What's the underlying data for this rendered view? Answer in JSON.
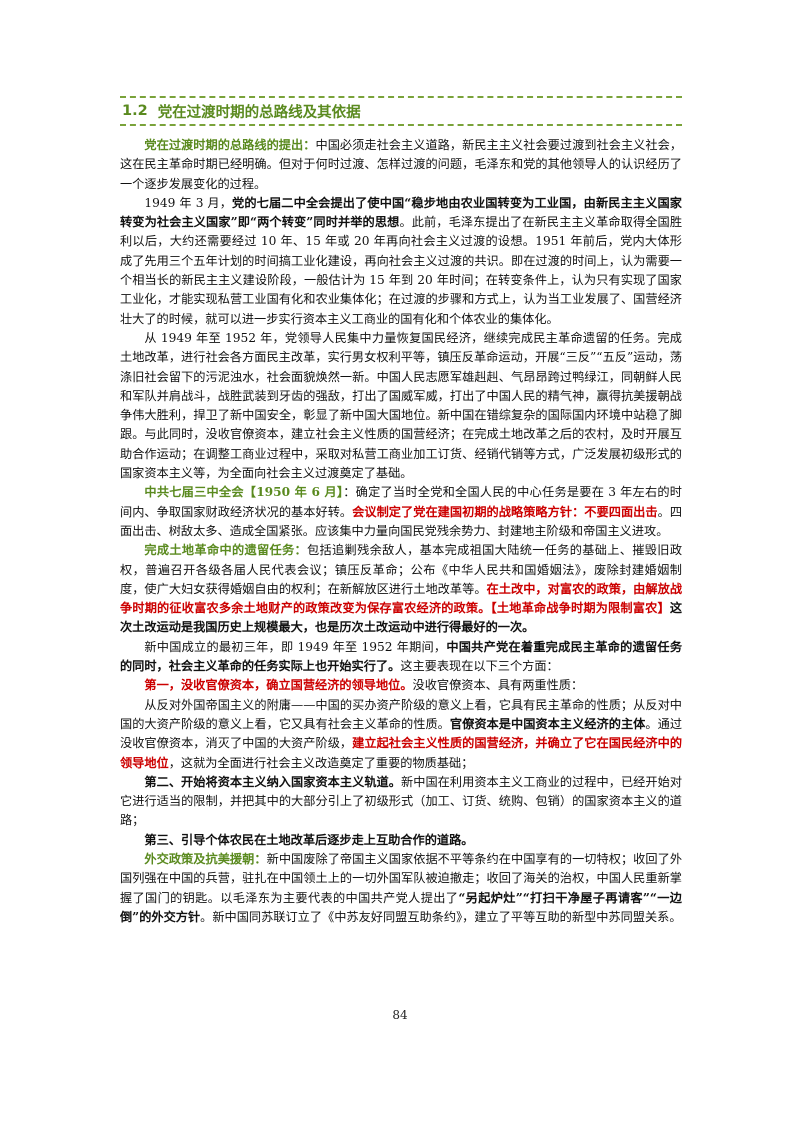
{
  "section": {
    "number": "1.2",
    "title": "党在过渡时期的总路线及其依据"
  },
  "paragraphs": [
    {
      "segments": [
        {
          "text": "党在过渡时期的总路线的提出：",
          "style": "g"
        },
        {
          "text": "中国必须走社会主义道路，新民主主义社会要过渡到社会主义社会，这在民主革命时期已经明确。但对于何时过渡、怎样过渡的问题，毛泽东和党的其他领导人的认识经历了一个逐步发展变化的过程。",
          "style": ""
        }
      ]
    },
    {
      "segments": [
        {
          "text": "1949 年 3 月，",
          "style": ""
        },
        {
          "text": "党的七届二中全会提出了使中国“稳步地由农业国转变为工业国，由新民主主义国家转变为社会主义国家”即“两个转变”同时并举的思想",
          "style": "b"
        },
        {
          "text": "。此前，毛泽东提出了在新民主主义革命取得全国胜利以后，大约还需要经过 10 年、15 年或 20 年再向社会主义过渡的设想。1951 年前后，党内大体形成了先用三个五年计划的时间搞工业化建设，再向社会主义过渡的共识。即在过渡的时间上，认为需要一个相当长的新民主主义建设阶段，一般估计为 15 年到 20 年时间；在转变条件上，认为只有实现了国家工业化，才能实现私营工业国有化和农业集体化；在过渡的步骤和方式上，认为当工业发展了、国营经济壮大了的时候，就可以进一步实行资本主义工商业的国有化和个体农业的集体化。",
          "style": ""
        }
      ]
    },
    {
      "segments": [
        {
          "text": "从 1949 年至 1952 年，党领导人民集中力量恢复国民经济，继续完成民主革命遗留的任务。完成土地改革，进行社会各方面民主改革，实行男女权利平等，镇压反革命运动，开展“三反”“五反”运动，荡涤旧社会留下的污泥浊水，社会面貌焕然一新。中国人民志愿军雄赳赳、气昂昂跨过鸭绿江，同朝鲜人民和军队并肩战斗，战胜武装到牙齿的强敌，打出了国威军威，打出了中国人民的精气神，赢得抗美援朝战争伟大胜利，捍卫了新中国安全，彰显了新中国大国地位。新中国在错综复杂的国际国内环境中站稳了脚跟。与此同时，没收官僚资本，建立社会主义性质的国营经济；在完成土地改革之后的农村，及时开展互助合作运动；在调整工商业过程中，采取对私营工商业加工订货、经销代销等方式，广泛发展初级形式的国家资本主义等，为全面向社会主义过渡奠定了基础。",
          "style": ""
        }
      ]
    },
    {
      "segments": [
        {
          "text": "中共七届三中全会【1950 年 6 月】",
          "style": "g"
        },
        {
          "text": "：确定了当时全党和全国人民的中心任务是要在 3 年左右的时间内、争取国家财政经济状况的基本好转。",
          "style": ""
        },
        {
          "text": "会议制定了党在建国初期的战略策略方针：不要四面出击",
          "style": "r"
        },
        {
          "text": "。四面出击、树敌太多、造成全国紧张。应该集中力量向国民党残余势力、封建地主阶级和帝国主义进攻。",
          "style": ""
        }
      ]
    },
    {
      "segments": [
        {
          "text": "完成土地革命中的遗留任务：",
          "style": "g"
        },
        {
          "text": "包括追剿残余敌人，基本完成祖国大陆统一任务的基础上、摧毁旧政权，普遍召开各级各届人民代表会议；镇压反革命；公布《中华人民共和国婚姻法》，废除封建婚姻制度，使广大妇女获得婚姻自由的权利；在新解放区进行土地改革等。",
          "style": ""
        },
        {
          "text": "在土改中，对富农的政策，由解放战争时期的征收富农多余土地财产的政策改变为保存富农经济的政策。【土地革命战争时期为限制富农】",
          "style": "r"
        },
        {
          "text": "这次土改运动是我国历史上规模最大，也是历次土改运动中进行得最好的一次。",
          "style": "b"
        }
      ]
    },
    {
      "segments": [
        {
          "text": "新中国成立的最初三年，即 1949 年至 1952 年期间，",
          "style": ""
        },
        {
          "text": "中国共产党在着重完成民主革命的遗留任务的同时，社会主义革命的任务实际上也开始实行了。",
          "style": "b"
        },
        {
          "text": "这主要表现在以下三个方面：",
          "style": ""
        }
      ]
    },
    {
      "segments": [
        {
          "text": "第一，没收官僚资本，确立国营经济的领导地位。",
          "style": "r"
        },
        {
          "text": "没收官僚资本、具有两重性质：",
          "style": ""
        }
      ]
    },
    {
      "segments": [
        {
          "text": "从反对外国帝国主义的附庸——中国的买办资产阶级的意义上看，它具有民主革命的性质；从反对中国的大资产阶级的意义上看，它又具有社会主义革命的性质。",
          "style": ""
        },
        {
          "text": "官僚资本是中国资本主义经济的主体",
          "style": "b"
        },
        {
          "text": "。通过没收官僚资本，消灭了中国的大资产阶级，",
          "style": ""
        },
        {
          "text": "建立起社会主义性质的国营经济，并确立了它在国民经济中的领导地位",
          "style": "r"
        },
        {
          "text": "，这就为全面进行社会主义改造奠定了重要的物质基础；",
          "style": ""
        }
      ]
    },
    {
      "segments": [
        {
          "text": "第二、开始将资本主义纳入国家资本主义轨道。",
          "style": "b"
        },
        {
          "text": "新中国在利用资本主义工商业的过程中，已经开始对它进行适当的限制，并把其中的大部分引上了初级形式（加工、订货、统购、包销）的国家资本主义的道路；",
          "style": ""
        }
      ]
    },
    {
      "segments": [
        {
          "text": "第三、引导个体农民在土地改革后逐步走上互助合作的道路。",
          "style": "b"
        }
      ]
    },
    {
      "segments": [
        {
          "text": "外交政策及抗美援朝：",
          "style": "g"
        },
        {
          "text": "新中国废除了帝国主义国家依据不平等条约在中国享有的一切特权；收回了外国列强在中国的兵营，驻扎在中国领土上的一切外国军队被迫撤走；收回了海关的治权，中国人民重新掌握了国门的钥匙。以毛泽东为主要代表的中国共产党人提出了",
          "style": ""
        },
        {
          "text": "“另起炉灶”“打扫干净屋子再请客”“一边倒”的外交方针",
          "style": "b"
        },
        {
          "text": "。新中国同苏联订立了《中苏友好同盟互助条约》，建立了平等互助的新型中苏同盟关系。",
          "style": ""
        }
      ]
    }
  ],
  "footer": {
    "page_number": "84"
  }
}
